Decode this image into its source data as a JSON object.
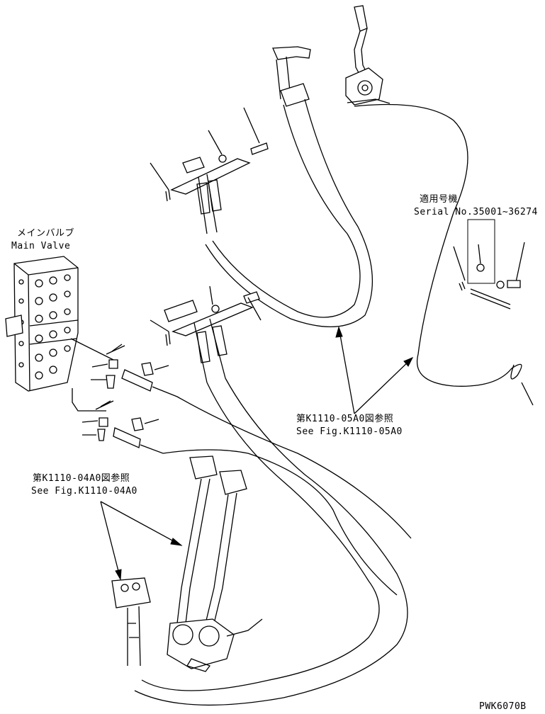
{
  "labels": {
    "main_valve_jp": "メインバルブ",
    "main_valve_en": "Main Valve",
    "applicable_jp": "適用号機",
    "serial": "Serial No.35001~36274",
    "ref_05a0_jp": "第K1110-05A0図参照",
    "ref_05a0_en": "See Fig.K1110-05A0",
    "ref_04a0_jp": "第K1110-04A0図参照",
    "ref_04a0_en": "See Fig.K1110-04A0",
    "drawing_code": "PWK6070B"
  }
}
